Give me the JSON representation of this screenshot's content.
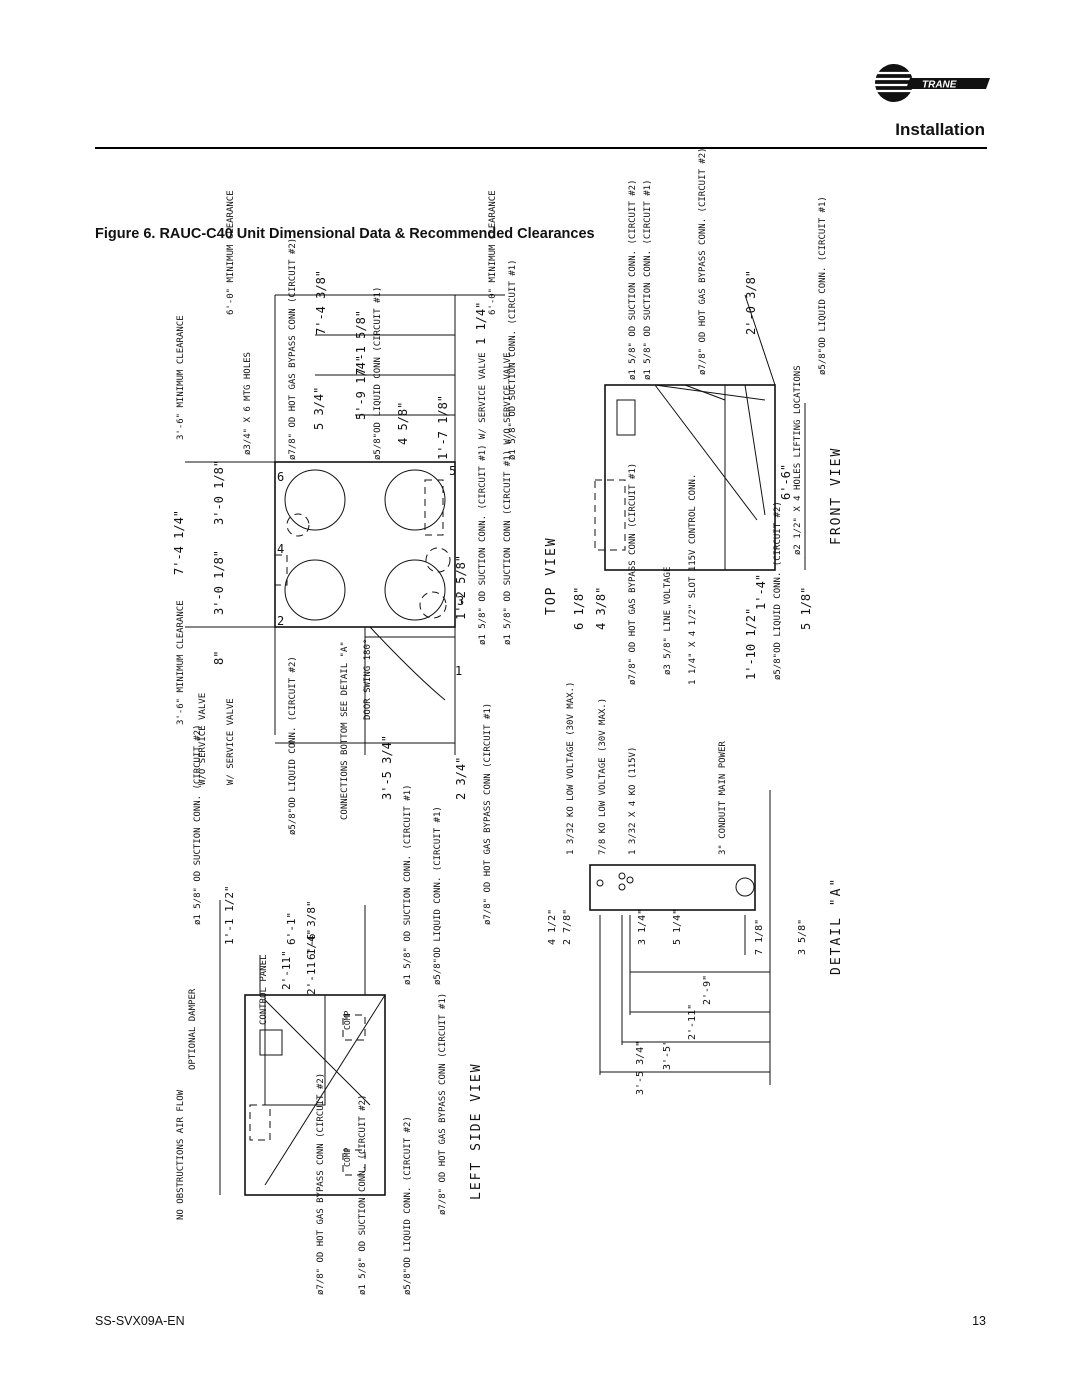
{
  "header": {
    "brand": "TRANE",
    "section_title": "Installation"
  },
  "figure": {
    "caption": "Figure 6.   RAUC-C40 Unit Dimensional Data & Recommended Clearances",
    "views": {
      "top": "TOP VIEW",
      "front": "FRONT VIEW",
      "left_side": "LEFT SIDE VIEW",
      "detail": "DETAIL \"A\""
    },
    "top_view": {
      "min_clear_top_a": "6'-0\" MINIMUM CLEARANCE",
      "min_clear_top_b": "6'-0\" MINIMUM CLEARANCE",
      "min_clear_left": "3'-6\" MINIMUM CLEARANCE",
      "min_clear_bottom": "3'-6\" MINIMUM CLEARANCE",
      "mtg_holes": "ø3/4\" X 6 MTG HOLES",
      "hot_gas_2": "ø7/8\" OD HOT GAS BYPASS CONN (CIRCUIT #2)",
      "liquid_1": "ø5/8\"OD LIQUID CONN (CIRCUIT #1)",
      "suction_1": "ø1 5/8\" OD SUCTION CONN. (CIRCUIT #1)",
      "liquid_2": "ø5/8\"OD LIQUID CONN. (CIRCUIT #2)",
      "conn_bottom": "CONNECTIONS BOTTOM SEE DETAIL \"A\"",
      "door_swing": "DOOR SWING 180°",
      "suction_2": "ø1 5/8\" OD SUCTION CONN. (CIRCUIT #2)",
      "wo_service_valve": "W/O SERVICE VALVE",
      "w_service_valve": "W/ SERVICE VALVE",
      "hot_gas_1": "ø7/8\" OD HOT GAS BYPASS CONN (CIRCUIT #1)",
      "ws_conn": "ø1 5/8\" OD SUCTION CONN. (CIRCUIT #1) W/ SERVICE VALVE",
      "wos_conn": "ø1 5/8\" OD SUCTION CONN (CIRCUIT #1) W/O SERVICE VALVE",
      "dim_7_4_3_8": "7'-4 3/8\"",
      "dim_7_1_5_8": "7'-1 5/8\"",
      "dim_5_9_1_4": "5'-9 1/4\"",
      "dim_1_7_1_8": "1'-7 1/8\"",
      "dim_1_1_4": "1 1/4\"",
      "dim_7_4_1_4": "7'-4 1/4\"",
      "dim_3_0_1_8a": "3'-0 1/8\"",
      "dim_3_0_1_8b": "3'-0 1/8\"",
      "dim_8": "8\"",
      "dim_3_5_3_4": "3'-5 3/4\"",
      "dim_2_3_4": "2 3/4\"",
      "dim_1_2_5_8": "1'-2 5/8\"",
      "dim_5_3_4": "5 3/4\"",
      "dim_4_5_8": "4 5/8\"",
      "num_1": "1",
      "num_2": "2",
      "num_3": "3",
      "num_4": "4",
      "num_5": "5",
      "num_6": "6"
    },
    "front_view": {
      "suction_2": "ø1 5/8\" OD SUCTION CONN. (CIRCUIT #2)",
      "suction_1": "ø1 5/8\" OD SUCTION CONN. (CIRCUIT #1)",
      "hot_gas_2": "ø7/8\" OD HOT GAS BYPASS CONN. (CIRCUIT #2)",
      "liquid_1": "ø5/8\"OD LIQUID CONN. (CIRCUIT #1)",
      "lifting": "ø2 1/2\" X 4 HOLES LIFTING LOCATIONS",
      "hot_gas_1": "ø7/8\" OD HOT GAS BYPASS CONN (CIRCUIT #1)",
      "line_voltage": "ø3 5/8\" LINE VOLTAGE",
      "slot": "1 1/4\" X 4 1/2\" SLOT 115V CONTROL CONN.",
      "liquid_2": "ø5/8\"OD LIQUID CONN. (CIRCUIT #2)",
      "dim_2_0_3_8": "2'-0 3/8\"",
      "dim_6_6": "6'-6\"",
      "dim_6_1_8": "6 1/8\"",
      "dim_4_3_8": "4 3/8\"",
      "dim_1_10_1_2": "1'-10 1/2\"",
      "dim_1_4": "1'-4\"",
      "dim_5_1_8": "5 1/8\""
    },
    "detail_a": {
      "ko_1": "1 3/32 KO LOW VOLTAGE (30V MAX.)",
      "ko_2": "7/8 KO LOW VOLTAGE (30V MAX.)",
      "ko_3": "1 3/32 X 4 KO (115V)",
      "conduit": "3\" CONDUIT MAIN POWER",
      "d1": "4 1/2\"",
      "d2": "2 7/8\"",
      "d3": "3 1/4\"",
      "d4": "5 1/4\"",
      "d5": "7 1/8\"",
      "d6": "3 5/8\"",
      "d7": "2'-9\"",
      "d8": "2'-11\"",
      "d9": "3'-5\"",
      "d10": "3'-5 3/4\""
    },
    "left_side_view": {
      "no_obstructions": "NO OBSTRUCTIONS AIR FLOW",
      "optional_damper": "OPTIONAL DAMPER",
      "control_panel": "CONTROL PANEL",
      "comp": "COMP",
      "hot_gas_2": "ø7/8\" OD HOT GAS BYPASS CONN (CIRCUIT #2)",
      "suction_2": "ø1 5/8\" OD SUCTION CONN. (CIRCUIT #2)",
      "liquid_2": "ø5/8\"OD LIQUID CONN. (CIRCUIT #2)",
      "hot_gas_1": "ø7/8\" OD HOT GAS BYPASS CONN (CIRCUIT #1)",
      "suction_1": "ø1 5/8\" OD SUCTION CONN. (CIRCUIT #1)",
      "liquid_1": "ø5/8\"OD LIQUID CONN. (CIRCUIT #1)",
      "dim_1_1_2": "1'-1 1/2\"",
      "dim_6_1": "6'-1\"",
      "dim_6_6_3_8": "6'-6 3/8\"",
      "dim_2_11": "2'-11\"",
      "dim_2_11_1_4": "2'-11 1/4\""
    }
  },
  "footer": {
    "doc_id": "SS-SVX09A-EN",
    "page_number": "13"
  }
}
